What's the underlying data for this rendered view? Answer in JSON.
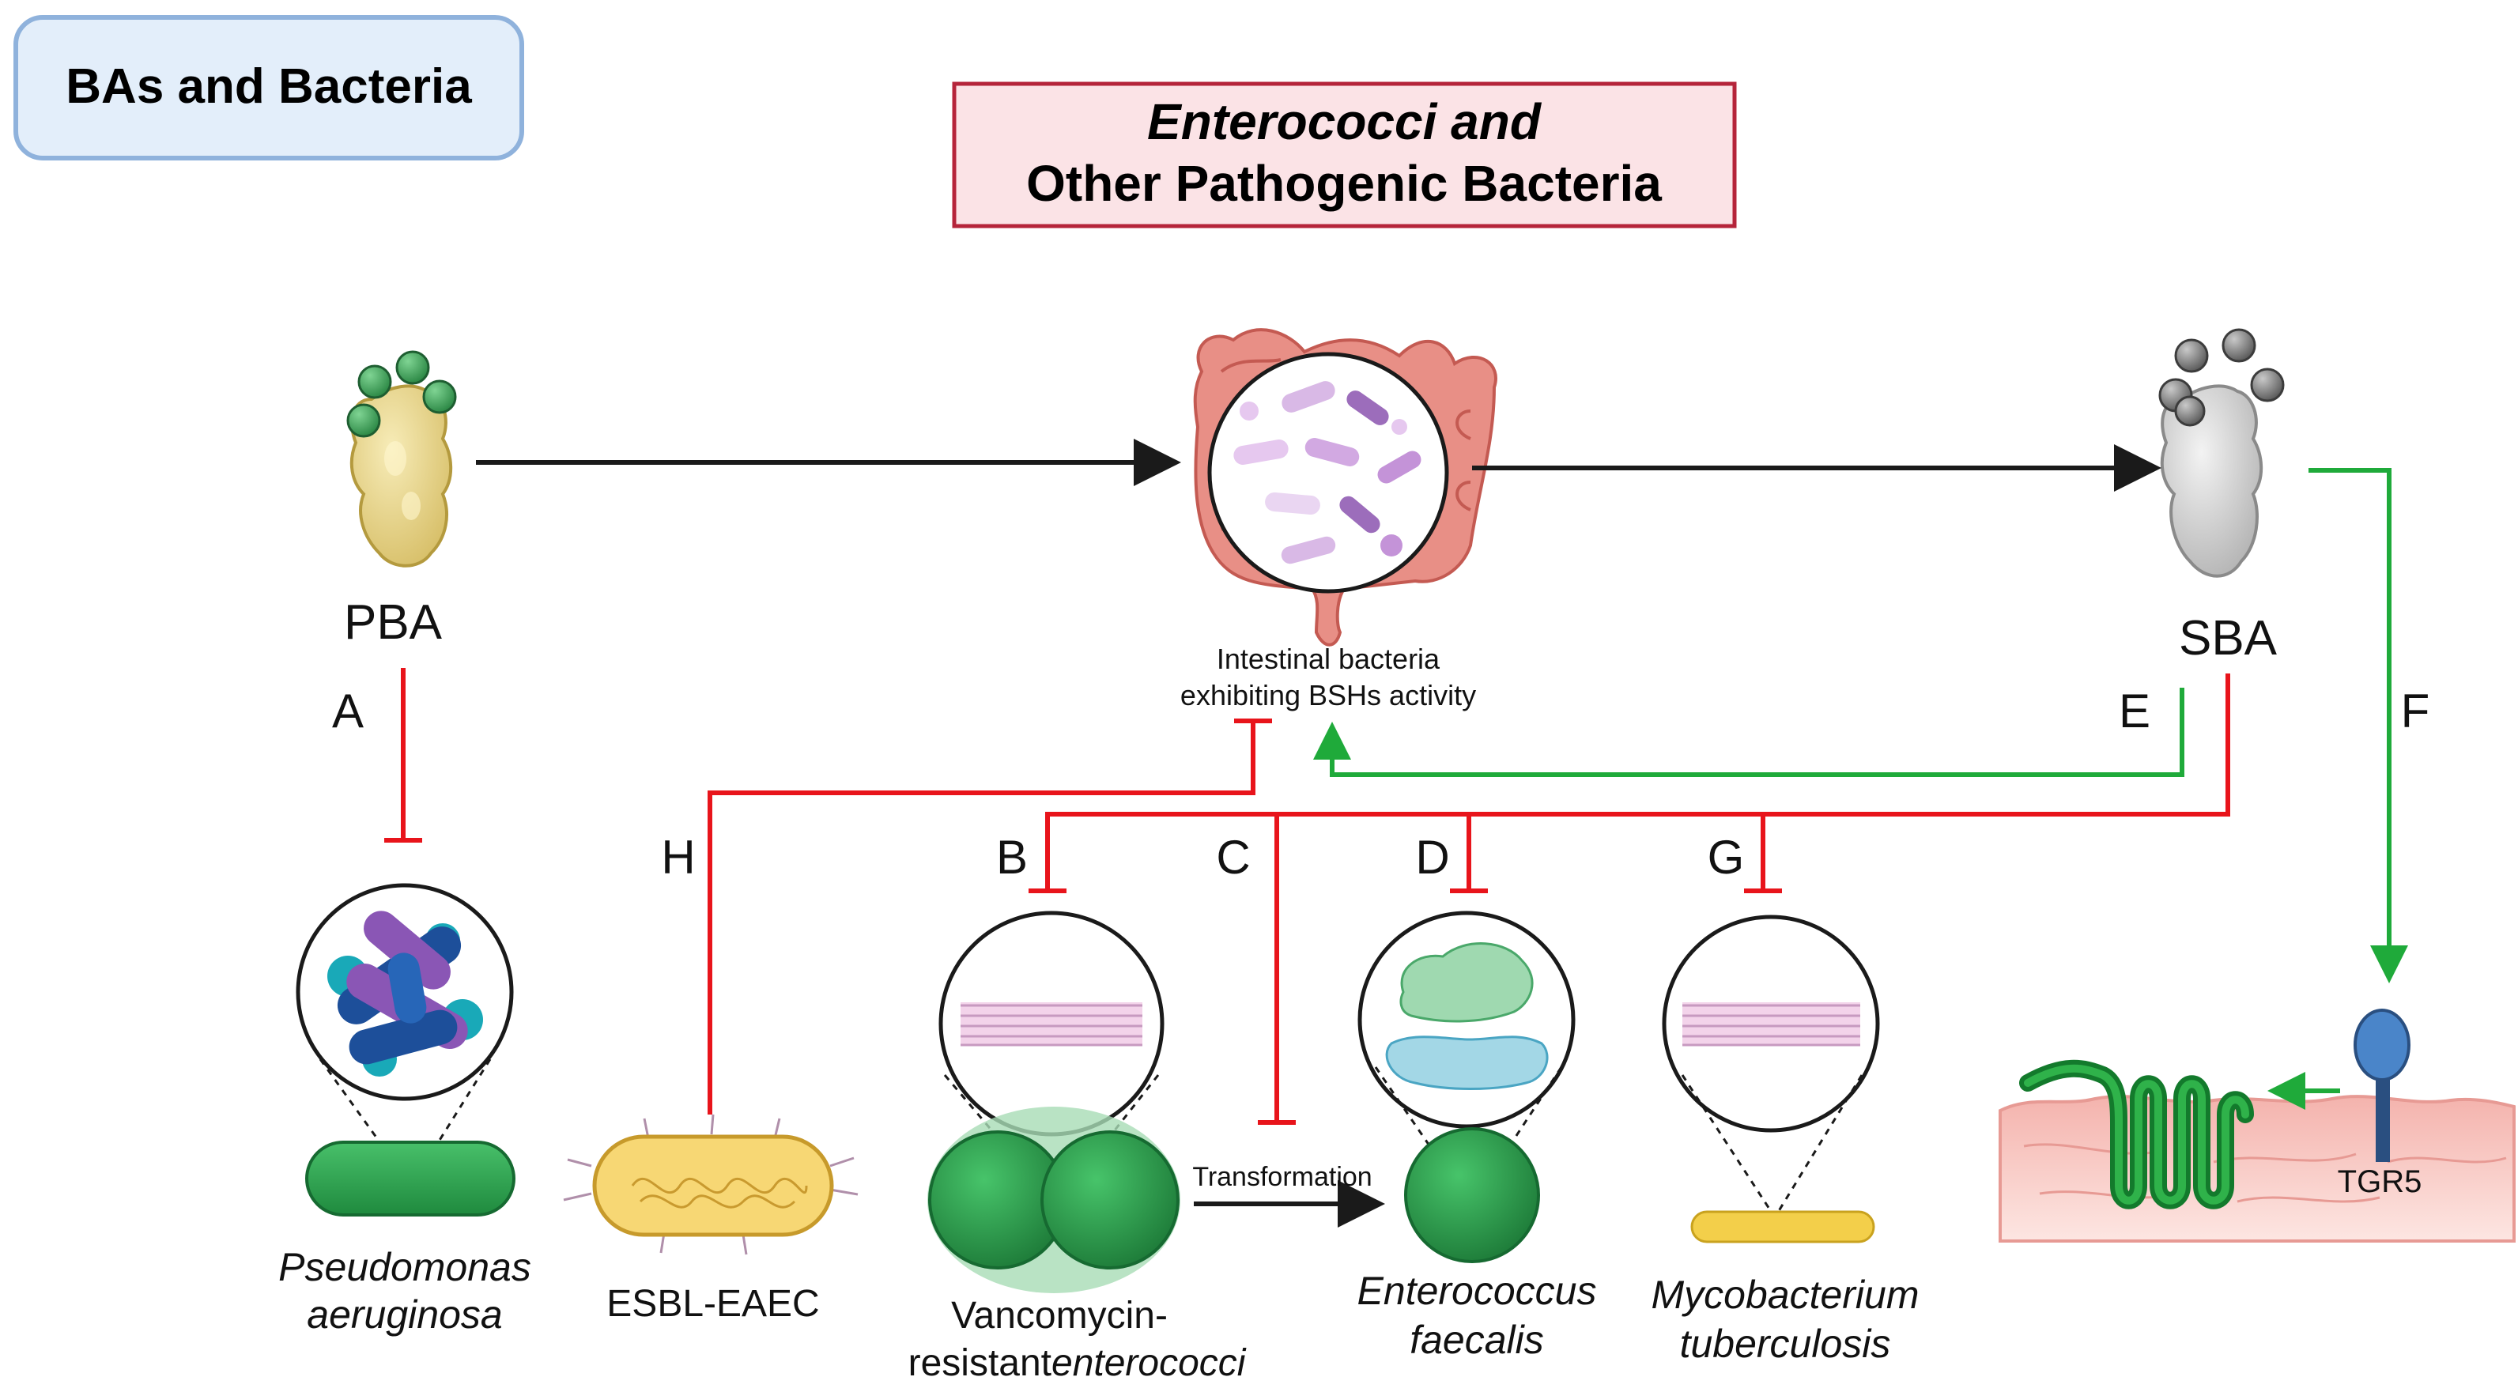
{
  "panel_title": "BAs and Bacteria",
  "header": {
    "line1": "Enterococci and",
    "line2": "Other Pathogenic Bacteria"
  },
  "nodes": {
    "pba": "PBA",
    "sba": "SBA",
    "gut_caption": {
      "line1": "Intestinal bacteria",
      "line2": "exhibiting BSHs activity"
    },
    "tgr5": "TGR5",
    "transformation": "Transformation"
  },
  "pathway_letters": {
    "A": "A",
    "B": "B",
    "C": "C",
    "D": "D",
    "E": "E",
    "F": "F",
    "G": "G",
    "H": "H"
  },
  "bacteria": {
    "pseudomonas": {
      "line1": "Pseudomonas",
      "line2": "aeruginosa"
    },
    "esbl": "ESBL-EAEC",
    "vre": {
      "line1": "Vancomycin-",
      "line2a": "resistant ",
      "line2b": "enterococci"
    },
    "faecalis": {
      "line1": "Enterococcus",
      "line2": "faecalis"
    },
    "mtb": {
      "line1": "Mycobacterium",
      "line2": "tuberculosis"
    }
  },
  "colors": {
    "inhibit": "#e8141b",
    "promote": "#1faa3a",
    "arrow": "#1a1a1a",
    "panel_box_fill": "#e3eefa",
    "panel_box_border": "#8fb2dc",
    "header_fill": "#fbe3e6",
    "header_border": "#b5243a"
  }
}
